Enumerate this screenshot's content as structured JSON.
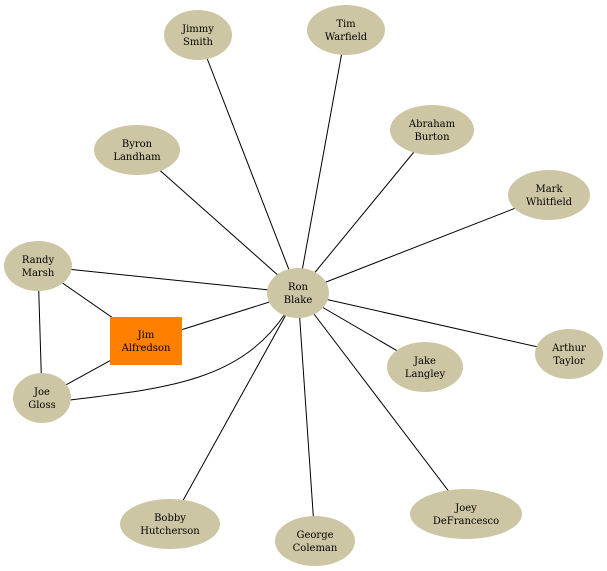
{
  "colors": {
    "node_fill": "#ccc6a4",
    "highlight_fill": "#ff7f00",
    "edge_color": "#000000",
    "background": "#ffffff"
  },
  "nodes": [
    {
      "id": "ron_blake",
      "lines": [
        "Ron",
        "Blake"
      ]
    },
    {
      "id": "jimmy_smith",
      "lines": [
        "Jimmy",
        "Smith"
      ]
    },
    {
      "id": "tim_warfield",
      "lines": [
        "Tim",
        "Warfield"
      ]
    },
    {
      "id": "abraham_burton",
      "lines": [
        "Abraham",
        "Burton"
      ]
    },
    {
      "id": "mark_whitfield",
      "lines": [
        "Mark",
        "Whitfield"
      ]
    },
    {
      "id": "byron_landham",
      "lines": [
        "Byron",
        "Landham"
      ]
    },
    {
      "id": "randy_marsh",
      "lines": [
        "Randy",
        "Marsh"
      ]
    },
    {
      "id": "jim_alfredson",
      "lines": [
        "Jim",
        "Alfredson"
      ],
      "shape": "box",
      "highlight": true
    },
    {
      "id": "joe_gloss",
      "lines": [
        "Joe",
        "Gloss"
      ]
    },
    {
      "id": "jake_langley",
      "lines": [
        "Jake",
        "Langley"
      ]
    },
    {
      "id": "arthur_taylor",
      "lines": [
        "Arthur",
        "Taylor"
      ]
    },
    {
      "id": "joey_defrancesco",
      "lines": [
        "Joey",
        "DeFrancesco"
      ]
    },
    {
      "id": "bobby_hutcherson",
      "lines": [
        "Bobby",
        "Hutcherson"
      ]
    },
    {
      "id": "george_coleman",
      "lines": [
        "George",
        "Coleman"
      ]
    }
  ],
  "edges": [
    [
      "ron_blake",
      "jimmy_smith"
    ],
    [
      "ron_blake",
      "tim_warfield"
    ],
    [
      "ron_blake",
      "abraham_burton"
    ],
    [
      "ron_blake",
      "mark_whitfield"
    ],
    [
      "ron_blake",
      "byron_landham"
    ],
    [
      "ron_blake",
      "randy_marsh"
    ],
    [
      "ron_blake",
      "jim_alfredson"
    ],
    [
      "ron_blake",
      "joe_gloss"
    ],
    [
      "ron_blake",
      "jake_langley"
    ],
    [
      "ron_blake",
      "arthur_taylor"
    ],
    [
      "ron_blake",
      "joey_defrancesco"
    ],
    [
      "ron_blake",
      "bobby_hutcherson"
    ],
    [
      "ron_blake",
      "george_coleman"
    ],
    [
      "randy_marsh",
      "jim_alfredson"
    ],
    [
      "randy_marsh",
      "joe_gloss"
    ],
    [
      "jim_alfredson",
      "joe_gloss"
    ]
  ]
}
